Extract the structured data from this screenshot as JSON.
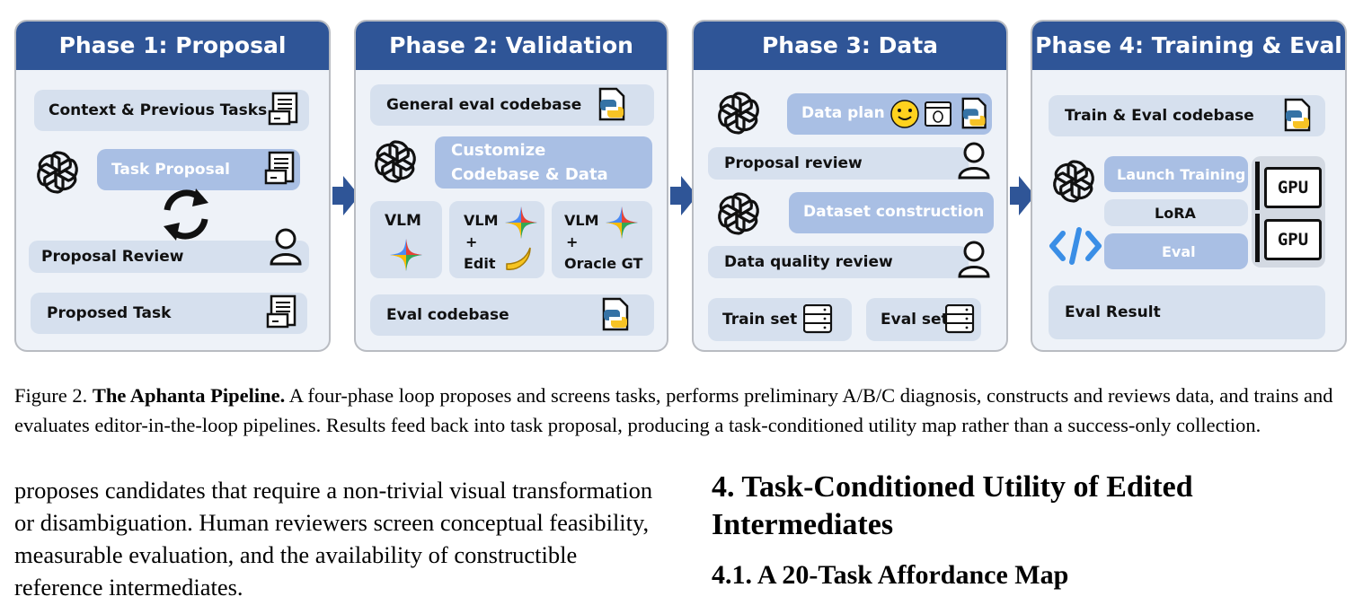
{
  "phases": [
    {
      "title": "Phase 1: Proposal",
      "context": "Context & Previous Tasks",
      "task_proposal": "Task Proposal",
      "proposal_review": "Proposal Review",
      "proposed_task": "Proposed Task"
    },
    {
      "title": "Phase 2: Validation",
      "general_eval": "General eval codebase",
      "customize": [
        "Customize",
        "Codebase & Data"
      ],
      "vlm1": "VLM",
      "vlm2": [
        "VLM",
        "+",
        "Edit"
      ],
      "vlm3": [
        "VLM",
        "+",
        "Oracle GT"
      ],
      "eval_codebase": "Eval codebase"
    },
    {
      "title": "Phase 3: Data",
      "data_plan": "Data plan",
      "proposal_review": "Proposal review",
      "dataset_construction": "Dataset construction",
      "data_quality_review": "Data quality review",
      "train_set": "Train set",
      "eval_set": "Eval set"
    },
    {
      "title": "Phase 4: Training & Eval",
      "train_eval": "Train & Eval codebase",
      "launch_training": "Launch Training",
      "lora": "LoRA",
      "eval": "Eval",
      "gpu": "GPU",
      "eval_result": "Eval Result"
    }
  ],
  "caption": {
    "prefix": "Figure 2.",
    "bold": "The Aphanta Pipeline.",
    "text": "A four-phase loop proposes and screens tasks, performs preliminary A/B/C diagnosis, constructs and reviews data, and trains and evaluates editor-in-the-loop pipelines. Results feed back into task proposal, producing a task-conditioned utility map rather than a success-only collection."
  },
  "body": {
    "paragraph": "proposes candidates that require a non-trivial visual transformation or disambiguation. Human reviewers screen conceptual feasibility, measurable evaluation, and the availability of constructible reference intermediates.",
    "section_heading": "4. Task-Conditioned Utility of Edited Intermediates",
    "subsection_heading": "4.1. A 20-Task Affordance Map"
  },
  "colors": {
    "header": "#2f5597",
    "panel": "#eef2f8",
    "box": "#d6e0ee",
    "box_dark": "#a9bfe4"
  }
}
